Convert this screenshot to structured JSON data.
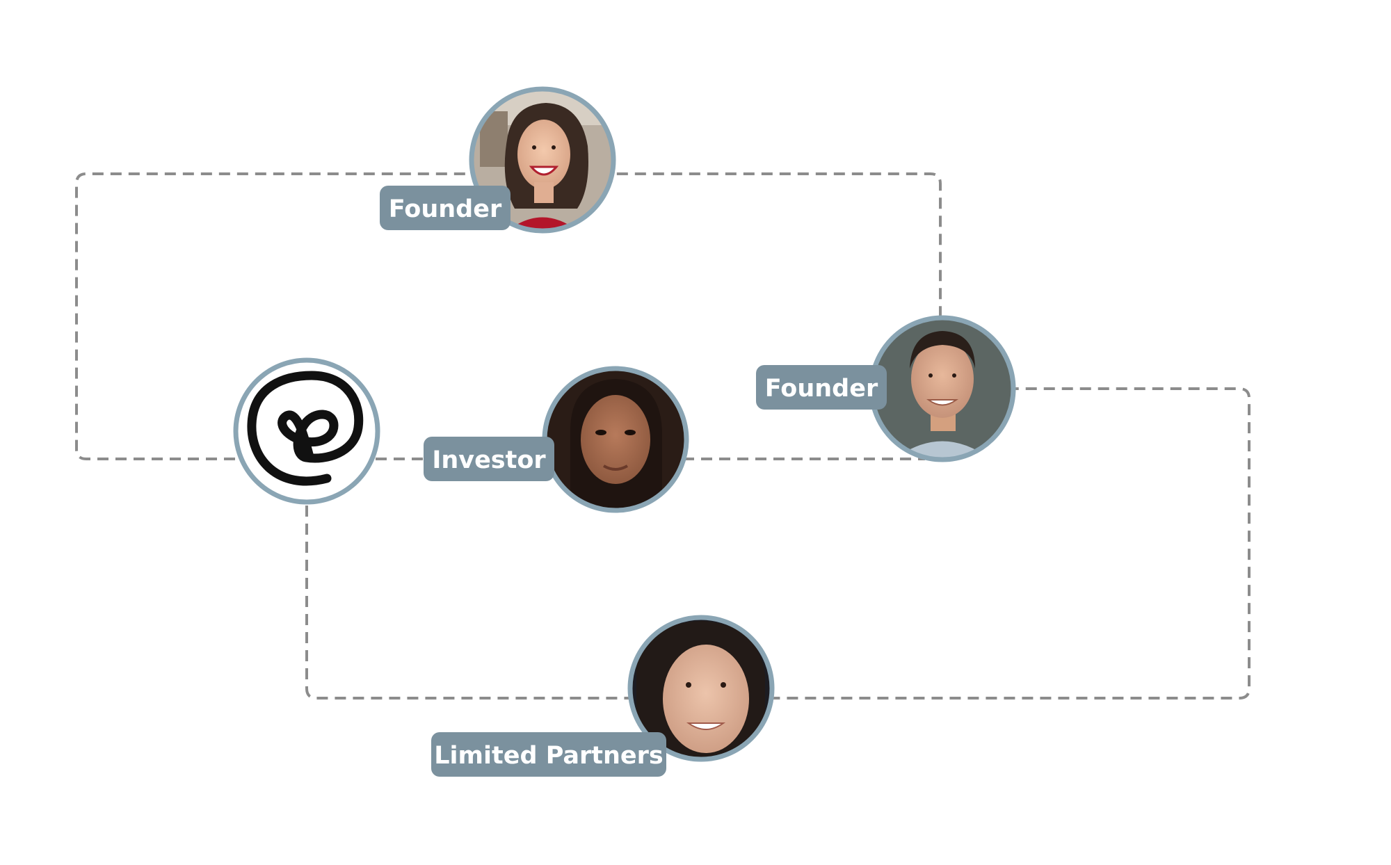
{
  "nodes": {
    "founder_top": {
      "label": "Founder",
      "icon": "woman-smiling-portrait"
    },
    "founder_right": {
      "label": "Founder",
      "icon": "man-smiling-portrait"
    },
    "investor": {
      "label": "Investor",
      "icon": "woman-portrait"
    },
    "limited_partners": {
      "label": "Limited Partners",
      "icon": "woman-smiling-portrait"
    },
    "hub": {
      "icon": "cursive-r-logo"
    }
  },
  "colors": {
    "ring": "#8aa5b4",
    "label_bg": "#7b919e",
    "label_text": "#ffffff",
    "connector": "#8c8c8c"
  }
}
